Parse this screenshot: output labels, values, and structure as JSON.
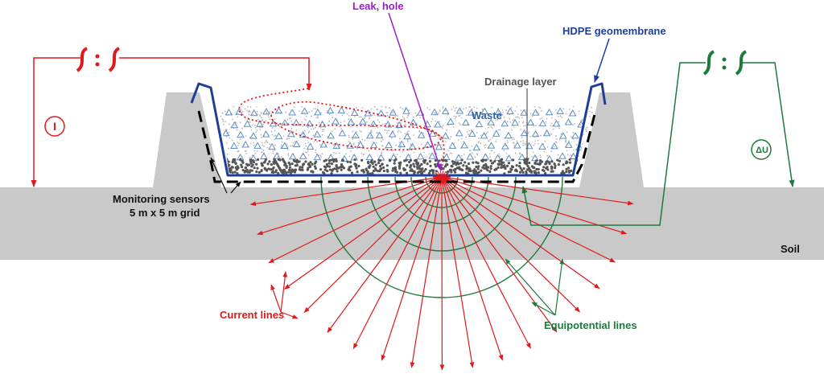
{
  "labels": {
    "leak": "Leak, hole",
    "geomembrane": "HDPE geomembrane",
    "drainage": "Drainage layer",
    "waste": "Waste",
    "sensors_line1": "Monitoring sensors",
    "sensors_line2": "5 m x 5 m grid",
    "soil": "Soil",
    "current_lines": "Current lines",
    "equipotential_lines": "Equipotential lines",
    "current_symbol": "I",
    "voltage_symbol": "ΔU"
  },
  "colors": {
    "current": "#e01919",
    "equipotential": "#1e7a3c",
    "geomembrane": "#1f3e9a",
    "leak": "#9b1fc8",
    "soil": "#c9c9c9",
    "waste_dots": "#b7b7b7",
    "waste_triangles": "#5b8fc9",
    "drainage": "#555555",
    "sensors": "#000000",
    "text_dark": "#222222",
    "text_gray": "#555555"
  },
  "icons": {
    "current_source": "current-source-symbol",
    "voltmeter": "voltmeter-symbol"
  }
}
